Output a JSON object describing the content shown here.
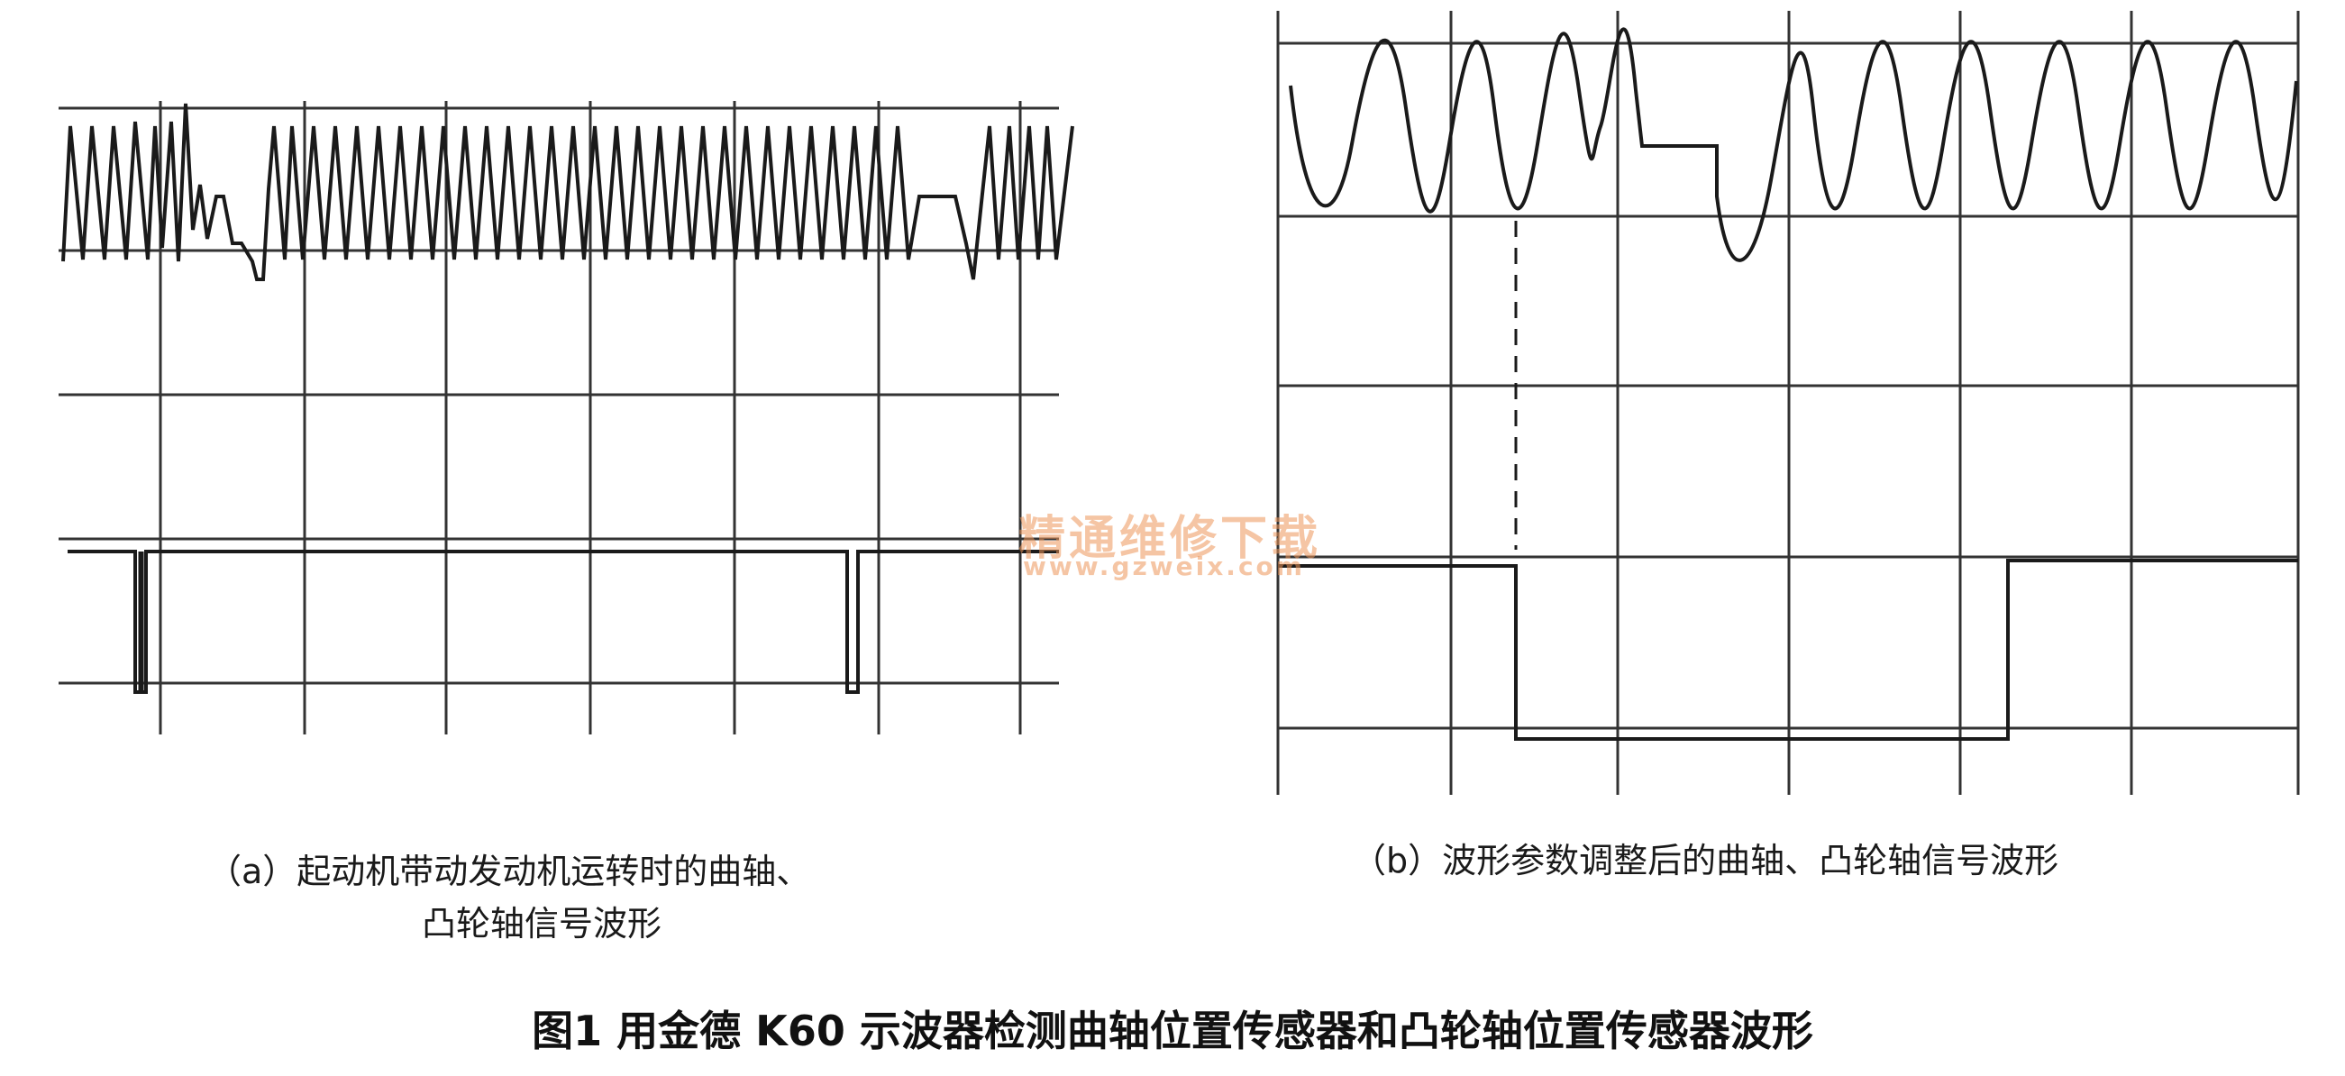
{
  "figure": {
    "title": "图1  用金德 K60 示波器检测曲轴位置传感器和凸轮轴位置传感器波形",
    "watermark": {
      "text": "精通维修下载",
      "url": "www.gzweix.com"
    },
    "panels": [
      {
        "id": "a",
        "caption_line1": "（a）起动机带动发动机运转时的曲轴、",
        "caption_line2": "凸轮轴信号波形"
      },
      {
        "id": "b",
        "caption": "（b）波形参数调整后的曲轴、凸轮轴信号波形"
      }
    ],
    "colors": {
      "trace": "#1a1a1a",
      "grid": "#333333",
      "watermark": "#ec965a"
    }
  }
}
